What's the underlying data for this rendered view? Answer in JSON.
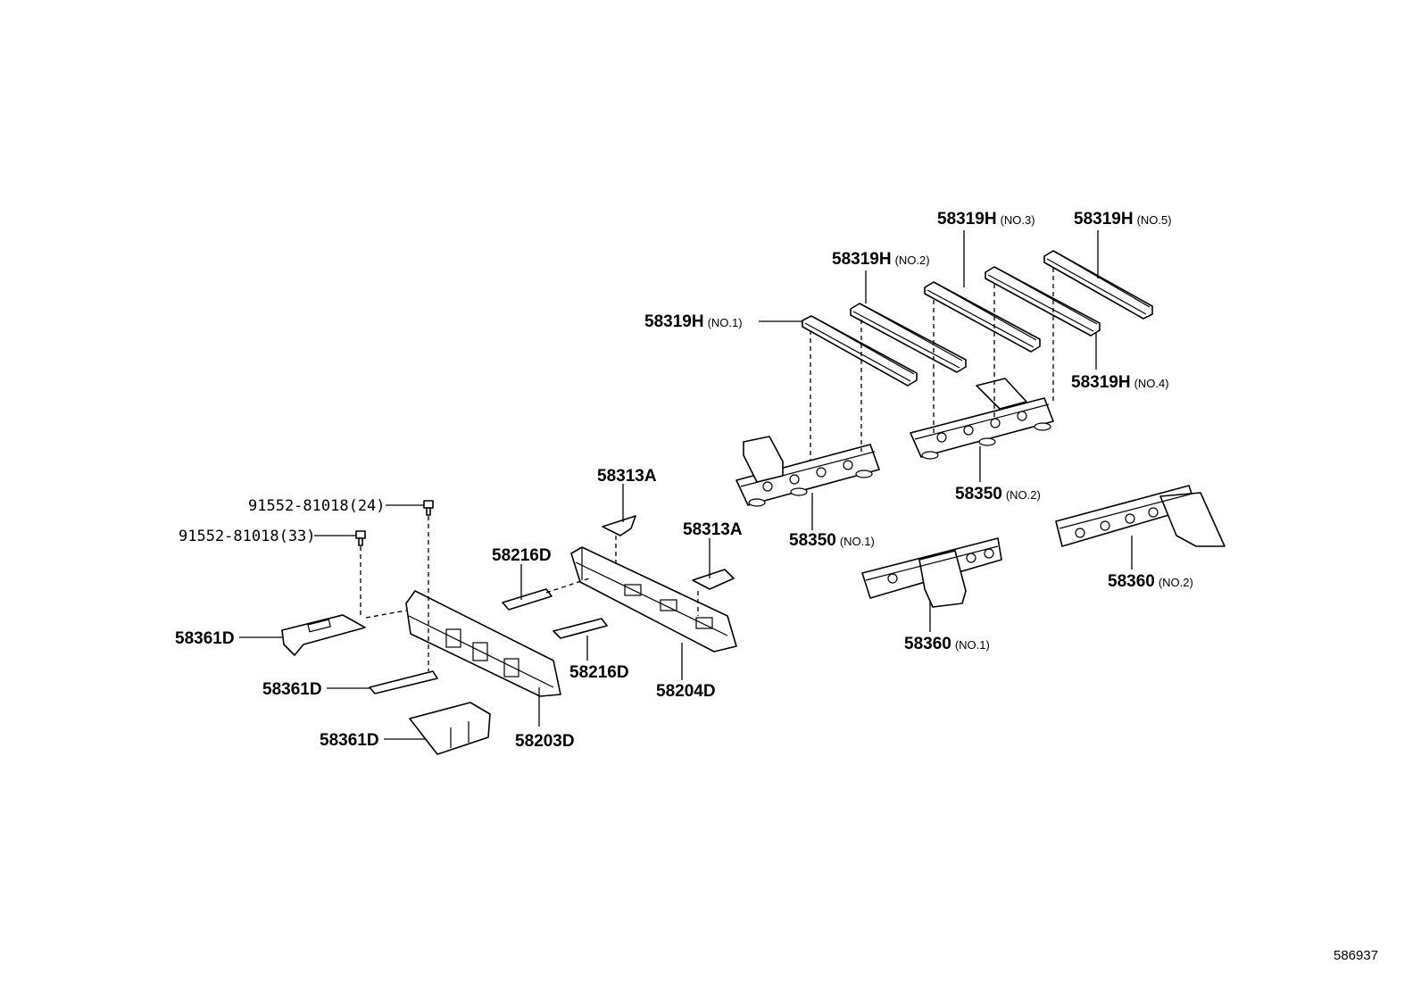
{
  "labels": [
    {
      "id": "58319H-no1",
      "pn": "58319H",
      "sfx": "(NO.1)"
    },
    {
      "id": "58319H-no2",
      "pn": "58319H",
      "sfx": "(NO.2)"
    },
    {
      "id": "58319H-no3",
      "pn": "58319H",
      "sfx": "(NO.3)"
    },
    {
      "id": "58319H-no4",
      "pn": "58319H",
      "sfx": "(NO.4)"
    },
    {
      "id": "58319H-no5",
      "pn": "58319H",
      "sfx": "(NO.5)"
    },
    {
      "id": "58350-no1",
      "pn": "58350",
      "sfx": "(NO.1)"
    },
    {
      "id": "58350-no2",
      "pn": "58350",
      "sfx": "(NO.2)"
    },
    {
      "id": "58360-no1",
      "pn": "58360",
      "sfx": "(NO.1)"
    },
    {
      "id": "58360-no2",
      "pn": "58360",
      "sfx": "(NO.2)"
    },
    {
      "id": "58313A-a",
      "pn": "58313A",
      "sfx": ""
    },
    {
      "id": "58313A-b",
      "pn": "58313A",
      "sfx": ""
    },
    {
      "id": "58216D-a",
      "pn": "58216D",
      "sfx": ""
    },
    {
      "id": "58216D-b",
      "pn": "58216D",
      "sfx": ""
    },
    {
      "id": "58204D",
      "pn": "58204D",
      "sfx": ""
    },
    {
      "id": "58203D",
      "pn": "58203D",
      "sfx": ""
    },
    {
      "id": "58361D-a",
      "pn": "58361D",
      "sfx": ""
    },
    {
      "id": "58361D-b",
      "pn": "58361D",
      "sfx": ""
    },
    {
      "id": "58361D-c",
      "pn": "58361D",
      "sfx": ""
    },
    {
      "id": "bolt-24",
      "pn": "91552-81018(24)",
      "sfx": ""
    },
    {
      "id": "bolt-33",
      "pn": "91552-81018(33)",
      "sfx": ""
    }
  ],
  "figure_ref": "586937"
}
